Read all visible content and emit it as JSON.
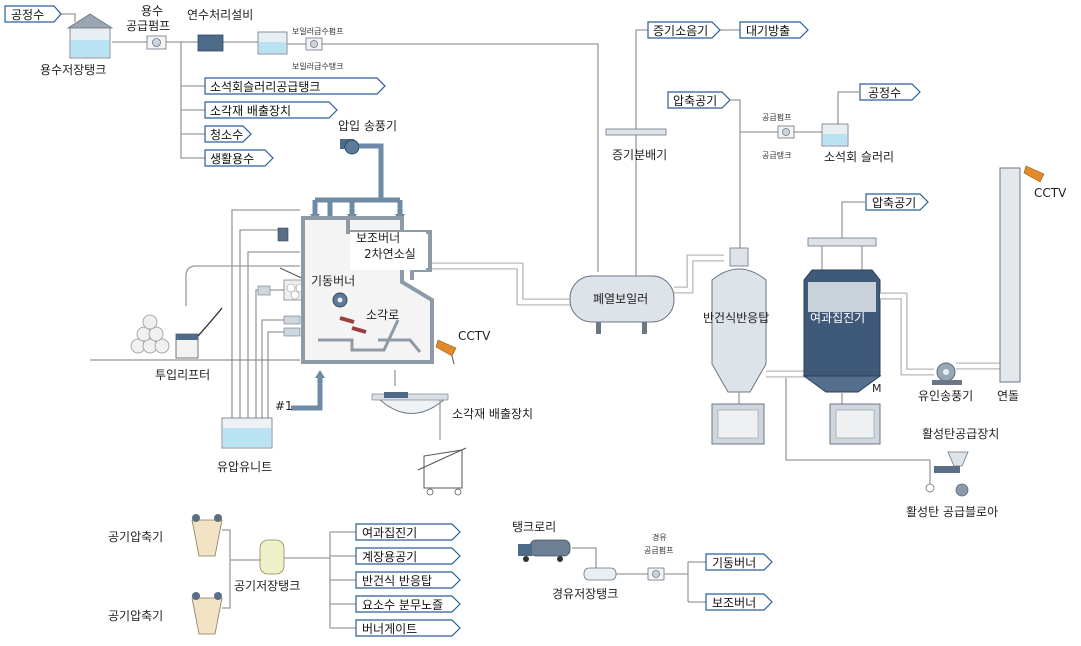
{
  "labels": {
    "process_water_top": "공정수",
    "water_storage_tank": "용수저장탱크",
    "water_supply_pump": [
      "용수",
      "공급펌프"
    ],
    "softening_equipment": "연수처리설비",
    "boiler_feed_pump": "보일러급수펌프",
    "boiler_feed_tank": "보일러급수탱크",
    "slaked_lime_slurry_tank": "소석회슬러리공급탱크",
    "ash_discharge_device_top": "소각재 배출장치",
    "cleaning_water": "청소수",
    "domestic_water": "생활용수",
    "pressure_blower": "압입 송풍기",
    "aux_burner": "보조버너",
    "secondary_chamber": "2차연소실",
    "startup_burner": "기동버너",
    "incinerator": "소각로",
    "hash_1_top": "#1",
    "hash_1_bottom": "#1",
    "cctv_incinerator": "CCTV",
    "cctv_stack": "CCTV",
    "input_lifter": "투입리프터",
    "hydraulic_unit": "유압유니트",
    "ash_discharge_device": "소각재 배출장치",
    "steam_silencer": "증기소음기",
    "atmosphere_release": "대기방출",
    "steam_distributor": "증기분배기",
    "waste_heat_boiler": "폐열보일러",
    "compressed_air_1": "압축공기",
    "compressed_air_2": "압축공기",
    "process_water_right": "공정수",
    "supply_pump": "공급펌프",
    "supply_tank": "공급탱크",
    "slaked_lime_slurry": "소석회 슬러리",
    "semi_dry_reactor": "반건식반응탑",
    "bag_filter": "여과집진기",
    "motor_m": "M",
    "induced_fan": "유인송풍기",
    "stack": "연돌",
    "activated_carbon_feeder": "활성탄공급장치",
    "activated_carbon_blower": "활성탄 공급블로아",
    "air_compressor_1": "공기압축기",
    "air_compressor_2": "공기압축기",
    "air_storage_tank": "공기저장탱크",
    "air_dest_bag_filter": "여과집진기",
    "air_dest_instrument": "계장용공기",
    "air_dest_reactor": "반건식 반응탑",
    "air_dest_urea_nozzle": "요소수 분무노즐",
    "air_dest_burner_gate": "버너게이트",
    "tank_lorry": "탱크로리",
    "light_oil_storage_tank": "경유저장탱크",
    "light_oil_pump": [
      "경유",
      "공급펌프"
    ],
    "oil_dest_startup_burner": "기동버너",
    "oil_dest_aux_burner": "보조버너"
  },
  "colors": {
    "tag_border": "#2a5d9a",
    "pipe": "#9a9a9a",
    "duct": "#6f8aa6",
    "vessel_steel": "#c9cfd6",
    "filter_dark": "#3f5a78",
    "cctv_orange": "#e08a2a",
    "water": "#b9e3f2"
  },
  "icons": {
    "pump": "pump-icon",
    "valve": "valve-icon",
    "cctv": "cctv-camera-icon",
    "motor": "motor-icon"
  }
}
